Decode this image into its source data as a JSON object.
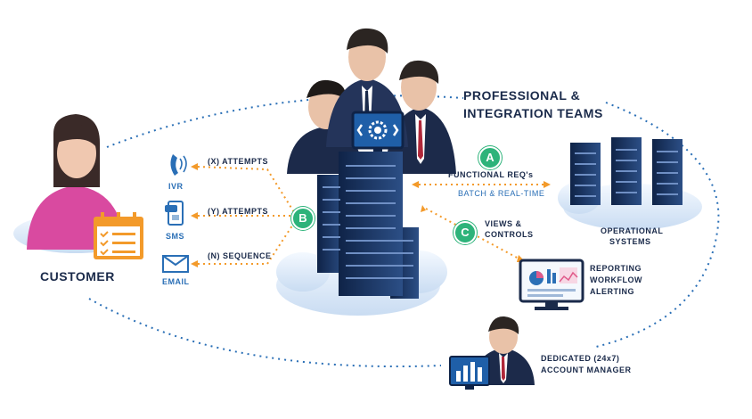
{
  "title_line1": "PROFESSIONAL &",
  "title_line2": "INTEGRATION TEAMS",
  "customer_label": "CUSTOMER",
  "channels": [
    {
      "label": "IVR",
      "icon": "phone-icon",
      "edge_label": "(X) ATTEMPTS"
    },
    {
      "label": "SMS",
      "icon": "mobile-sms-icon",
      "edge_label": "(Y) ATTEMPTS"
    },
    {
      "label": "EMAIL",
      "icon": "envelope-icon",
      "edge_label": "(N) SEQUENCE"
    }
  ],
  "badges": {
    "a": "A",
    "b": "B",
    "c": "C"
  },
  "link_a": {
    "line1": "FUNCTIONAL REQ's",
    "line2": "BATCH & REAL-TIME"
  },
  "link_c": {
    "line1": "VIEWS &",
    "line2": "CONTROLS"
  },
  "operational": {
    "line1": "OPERATIONAL",
    "line2": "SYSTEMS"
  },
  "reporting": {
    "line1": "REPORTING",
    "line2": "WORKFLOW",
    "line3": "ALERTING"
  },
  "manager": {
    "line1": "DEDICATED (24x7)",
    "line2": "ACCOUNT MANAGER"
  },
  "colors": {
    "navy": "#1a2a4a",
    "accent_blue": "#2a6fb6",
    "orange": "#f39a2a",
    "green": "#2db37a",
    "pink": "#d94aa0",
    "cloud": "#dbe9f7"
  }
}
